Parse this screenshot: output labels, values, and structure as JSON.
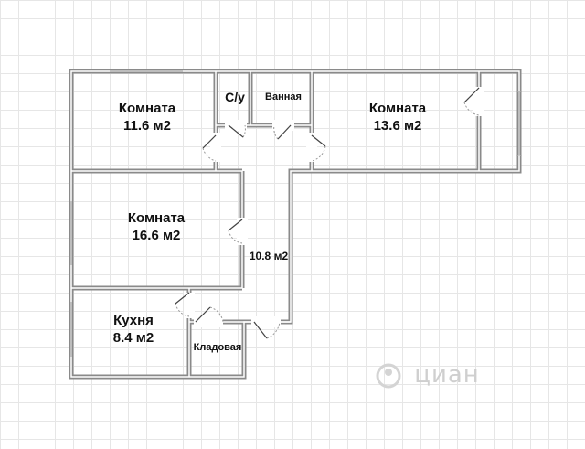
{
  "rooms": {
    "room1": {
      "name": "Комната",
      "area": "11.6 м2"
    },
    "toilet": {
      "name": "С/у"
    },
    "bath": {
      "name": "Ванная"
    },
    "room2": {
      "name": "Комната",
      "area": "13.6 м2"
    },
    "room3": {
      "name": "Комната",
      "area": "16.6 м2"
    },
    "hall": {
      "area": "10.8 м2"
    },
    "kitchen": {
      "name": "Кухня",
      "area": "8.4 м2"
    },
    "storage": {
      "name": "Кладовая"
    }
  },
  "watermark": {
    "text": "циан"
  }
}
